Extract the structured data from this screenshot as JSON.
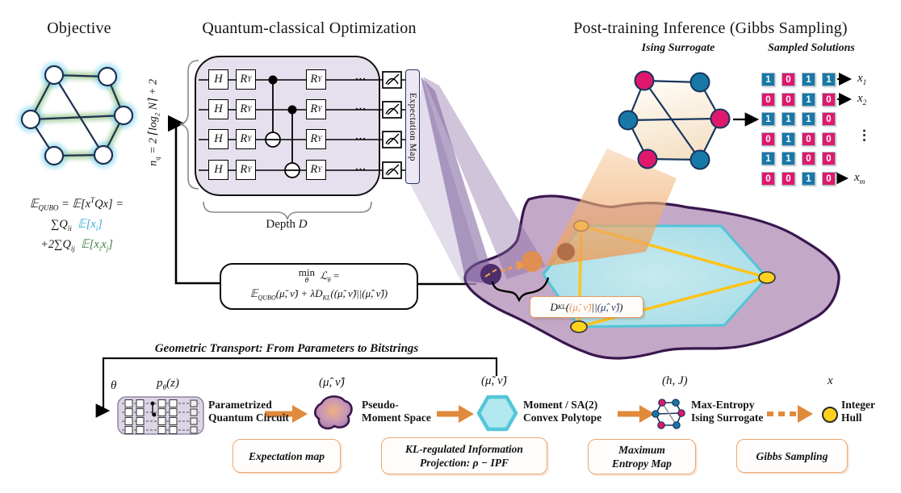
{
  "header": {
    "objective": "Objective",
    "qco": "Quantum-classical Optimization",
    "pti": "Post-training Inference (Gibbs Sampling)"
  },
  "objective": {
    "eq": {
      "E1": "𝔼",
      "sub_qubo": "QUBO",
      "mid1": " = 𝔼[x",
      "sup_T": "T",
      "mid2": "Qx] =",
      "sum": "∑Q",
      "sub_ii": "ii",
      "E2": "𝔼[x",
      "sub_i": "i",
      "close1": "]",
      "plus": "+2∑Q",
      "sub_ij": "ij",
      "E3": "𝔼[x",
      "sub_i2": "i",
      "x2": "x",
      "sub_j": "j",
      "close2": "]"
    }
  },
  "circuit": {
    "nq": {
      "n": "n",
      "q": "q",
      "mid": " = 2 ⌈log",
      "two": "2",
      "end": " N⌉ + 2"
    },
    "h": "H",
    "r": "R",
    "y": "Y",
    "dots": "...",
    "depth": "Depth ",
    "depth_d": "D",
    "expectation_map": "Expectation Map"
  },
  "loss": {
    "min": "min",
    "theta": "θ",
    "L": "ℒ",
    "sub_theta": "θ",
    "eq": "=",
    "E": "𝔼",
    "sub_qubo": "QUBO",
    "f1": "(μ̃, ν̃) + λD",
    "sub_kl": "KL",
    "f2": "((μ̃, ν̃)||(μ̂, ν̂))"
  },
  "dkl_label": {
    "d": "D",
    "sub": "KL",
    "open": "(",
    "pair1": "(μ̃, ν̃)",
    "bars": "||",
    "pair2": "(μ̂, ν̂)",
    "close": ")"
  },
  "ising": {
    "title": "Ising Surrogate"
  },
  "samples": {
    "title": "Sampled Solutions",
    "rows": [
      {
        "bits": [
          1,
          0,
          1,
          1
        ]
      },
      {
        "bits": [
          0,
          0,
          1,
          0
        ]
      },
      {
        "bits": [
          1,
          1,
          1,
          0
        ]
      },
      {
        "bits": [
          0,
          1,
          0,
          0
        ]
      },
      {
        "bits": [
          1,
          1,
          0,
          0
        ]
      },
      {
        "bits": [
          0,
          0,
          1,
          0
        ]
      }
    ],
    "labels": {
      "x1": {
        "base": "x",
        "sub": "1"
      },
      "x2": {
        "base": "x",
        "sub": "2"
      },
      "xm": {
        "base": "x",
        "sub": "m"
      }
    },
    "vdots": "⋮"
  },
  "transport": {
    "heading": "Geometric Transport: From Parameters to Bitstrings",
    "theta": "θ",
    "p": "p",
    "p_sub": "θ",
    "p_args": "(z)",
    "pair_hat": "(μ̂, ν̂)",
    "pair_tilde": "(μ̃, ν̃)",
    "hj": "(h, J)",
    "x": "x",
    "steps": {
      "pqc1": "Parametrized",
      "pqc2": "Quantum Circuit",
      "pm1": "Pseudo-",
      "pm2": "Moment Space",
      "mp1": "Moment  / SA(2)",
      "mp2": "Convex Polytope",
      "me1": "Max-Entropy",
      "me2": "Ising Surrogate",
      "ih1": "Integer",
      "ih2": "Hull"
    },
    "boxes": {
      "b1": "Expectation map",
      "b2a": "KL-regulated Information",
      "b2b": "Projection: ρ − IPF",
      "b3a": "Maximum",
      "b3b": "Entropy Map",
      "b4": "Gibbs Sampling"
    }
  },
  "colors": {
    "spin_up_blue": "#1878a8",
    "spin_down_pink": "#e0186c",
    "polytope_cyan": "#a5e2eb",
    "blob_purple": "#b38fb7",
    "accent_orange": "#e08a3c",
    "vertex_yellow": "#ffc316"
  }
}
